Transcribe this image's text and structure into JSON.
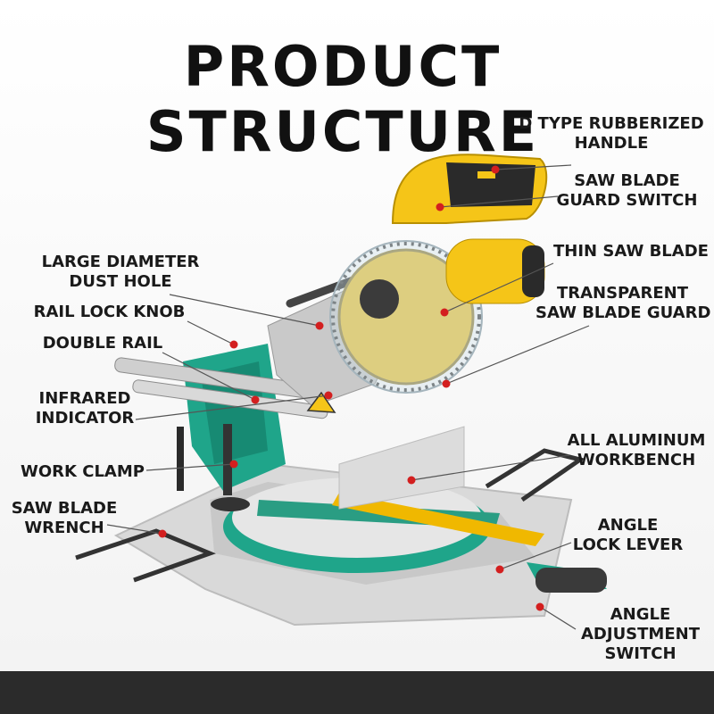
{
  "title": "PRODUCT STRUCTURE",
  "labels": {
    "d_type_handle": [
      "D TYPE RUBBERIZED",
      "HANDLE"
    ],
    "guard_switch": [
      "SAW BLADE",
      "GUARD SWITCH"
    ],
    "thin_blade": [
      "THIN SAW BLADE"
    ],
    "transparent_guard": [
      "TRANSPARENT",
      "SAW BLADE GUARD"
    ],
    "dust_hole": [
      "LARGE DIAMETER",
      "DUST HOLE"
    ],
    "rail_lock_knob": [
      "RAIL LOCK KNOB"
    ],
    "double_rail": [
      "DOUBLE RAIL"
    ],
    "infrared": [
      "INFRARED",
      "INDICATOR"
    ],
    "work_clamp": [
      "WORK CLAMP"
    ],
    "blade_wrench": [
      "SAW BLADE",
      "WRENCH"
    ],
    "workbench": [
      "ALL ALUMINUM",
      "WORKBENCH"
    ],
    "angle_lock": [
      "ANGLE",
      "LOCK LEVER"
    ],
    "angle_adjust": [
      "ANGLE",
      "ADJUSTMENT",
      "SWITCH"
    ]
  },
  "colors": {
    "accent_yellow": "#f5c518",
    "body_green": "#1fa58a",
    "marker_red": "#d31f1f"
  }
}
